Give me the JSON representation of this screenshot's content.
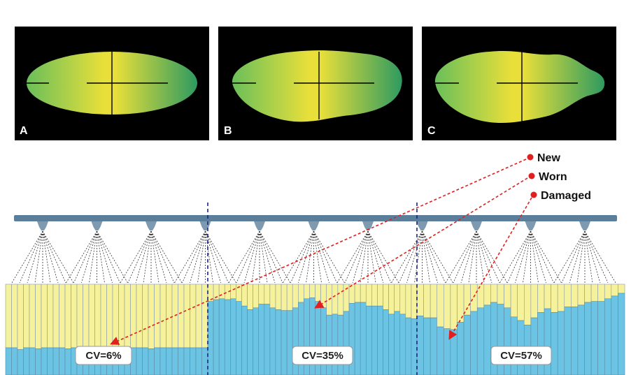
{
  "panels": [
    {
      "label": "A",
      "shape": "ellipse"
    },
    {
      "label": "B",
      "shape": "irregular-mild"
    },
    {
      "label": "C",
      "shape": "irregular-lobed"
    }
  ],
  "legend": [
    {
      "label": "New",
      "color": "#e02020"
    },
    {
      "label": "Worn",
      "color": "#e02020"
    },
    {
      "label": "Damaged",
      "color": "#e02020"
    }
  ],
  "sections": [
    {
      "cv_label": "CV=6%"
    },
    {
      "cv_label": "CV=35%"
    },
    {
      "cv_label": "CV=57%"
    }
  ],
  "colors": {
    "panel_bg": "#000000",
    "pattern_yellow": "#e8df3a",
    "pattern_green": "#2e9a60",
    "boom": "#5b7e9a",
    "nozzle": "#7d9ab0",
    "bar_blue": "#6cc4e4",
    "bar_yellow": "#f6f29c",
    "arrow": "#e02020",
    "divider": "#1a237e"
  },
  "nozzle_count": 11,
  "columns": {
    "section_1": [
      0.7,
      0.7,
      0.72,
      0.7,
      0.7,
      0.71,
      0.7,
      0.7,
      0.7,
      0.7,
      0.71,
      0.7,
      0.7,
      0.71,
      0.7,
      0.7,
      0.7,
      0.7,
      0.7,
      0.7,
      0.71,
      0.7,
      0.7,
      0.7,
      0.71,
      0.7,
      0.7,
      0.7,
      0.7,
      0.7,
      0.7,
      0.7,
      0.7,
      0.7
    ],
    "section_2": [
      0.19,
      0.17,
      0.16,
      0.17,
      0.16,
      0.19,
      0.24,
      0.28,
      0.26,
      0.22,
      0.22,
      0.26,
      0.28,
      0.29,
      0.29,
      0.26,
      0.2,
      0.16,
      0.15,
      0.19,
      0.26,
      0.34,
      0.33,
      0.34,
      0.3,
      0.21,
      0.2,
      0.2,
      0.24,
      0.24,
      0.24,
      0.28,
      0.33,
      0.3,
      0.33,
      0.37,
      0.38
    ],
    "section_3": [
      0.35,
      0.37,
      0.37,
      0.47,
      0.49,
      0.5,
      0.42,
      0.34,
      0.3,
      0.26,
      0.23,
      0.2,
      0.22,
      0.26,
      0.36,
      0.4,
      0.45,
      0.37,
      0.31,
      0.27,
      0.31,
      0.3,
      0.25,
      0.25,
      0.23,
      0.2,
      0.19,
      0.19,
      0.16,
      0.13,
      0.1
    ]
  }
}
